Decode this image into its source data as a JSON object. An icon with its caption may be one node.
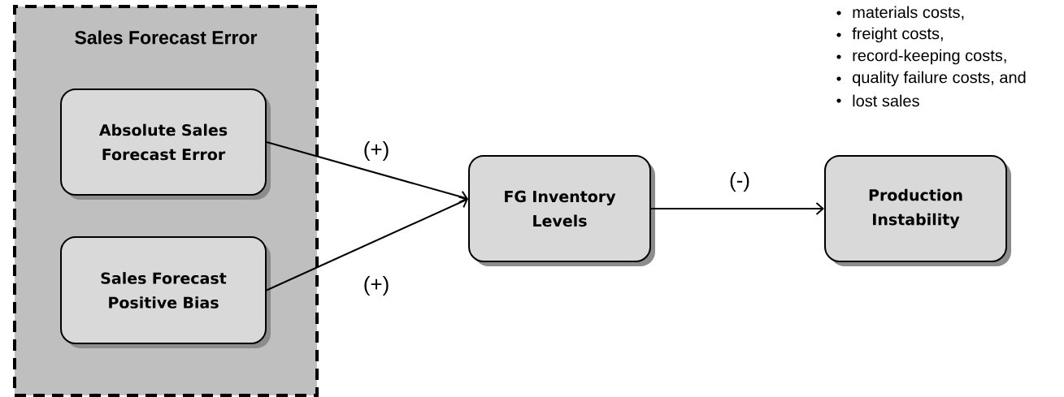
{
  "diagram": {
    "nodes": [
      {
        "text": [
          "Sales Forecast Error"
        ]
      },
      {
        "text": [
          "Absolute Sales Forecast Error"
        ],
        "in": 0
      },
      {
        "text": [
          "Sales Forecast Positive Bias"
        ],
        "in": 0
      },
      {
        "text": [
          "FG Inventory Levels"
        ]
      },
      {
        "text": [
          "Production Instability"
        ]
      }
    ],
    "edges": [
      {
        "from": 1,
        "to": 3,
        "arrow": "to",
        "label": "(+)"
      },
      {
        "from": 2,
        "to": 3,
        "arrow": "to",
        "label": "(+)"
      },
      {
        "from": 3,
        "to": 4,
        "arrow": "to",
        "label": "(-)"
      }
    ],
    "labels": [
      "materials costs,",
      "freight costs,",
      "record-keeping costs,",
      "quality failure costs, and",
      "lost sales"
    ]
  }
}
